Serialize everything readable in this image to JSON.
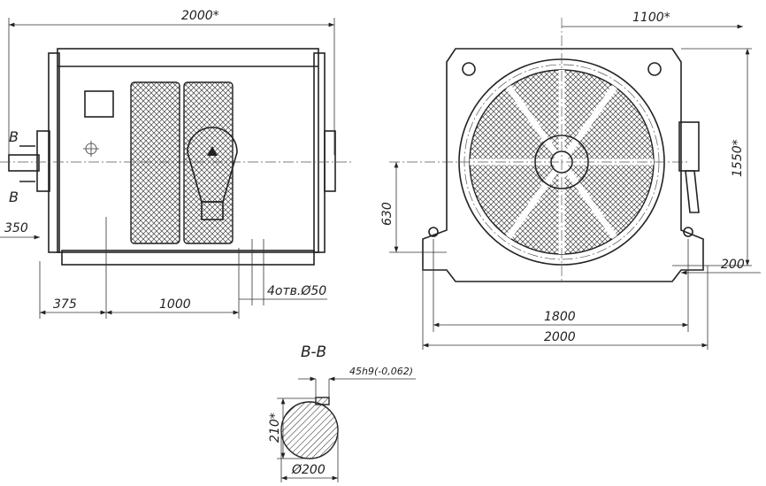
{
  "drawing": {
    "side_view": {
      "overall_length": "2000*",
      "shaft_extension": "350",
      "foot_offset": "375",
      "foot_spacing": "1000",
      "mounting_holes": "4отв.Ø50",
      "section_marker_top": "B",
      "section_marker_bottom": "B"
    },
    "end_view": {
      "half_width": "1100*",
      "overall_height": "1550*",
      "shaft_height": "630",
      "foot_width": "200",
      "hole_spacing": "1800",
      "overall_width": "2000"
    },
    "section": {
      "title": "B-B",
      "key_width": "45h9(-0,062)",
      "key_depth": "210*",
      "shaft_diameter": "Ø200"
    }
  }
}
